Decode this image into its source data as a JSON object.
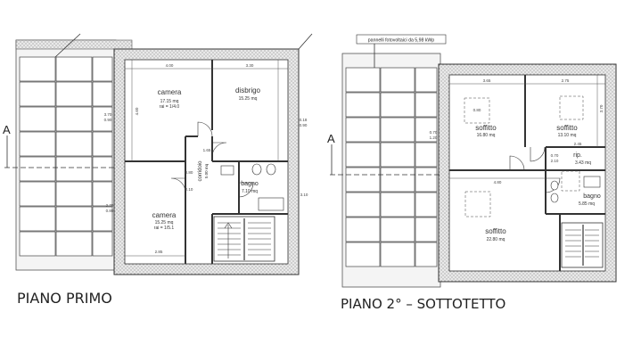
{
  "plans": {
    "first": {
      "title": "PIANO  PRIMO",
      "section_marker": "A",
      "rooms": {
        "camera1": {
          "name": "camera",
          "area": "17.15 mq",
          "ratio": "rai = 1/4.0"
        },
        "disbrigo": {
          "name": "disbrigo",
          "area": "15.25 mq"
        },
        "corridoio": {
          "name": "corridoio",
          "area": "5.00 mq"
        },
        "bagno": {
          "name": "bagno",
          "area": "7.10 mq"
        },
        "camera2": {
          "name": "camera",
          "area": "15.25 mq",
          "ratio": "rai = 1/5.1"
        }
      },
      "dims": {
        "top_a": "4.00",
        "top_b": "3.30",
        "side_a": "4.60",
        "side_b": "3.70",
        "win_h": "0.90",
        "door_small": "0.80",
        "door_h": "2.10",
        "bottom": "2.85",
        "mid": "1.65",
        "right_a": "0.18",
        "right_b": "0.90",
        "right_c": "3.10",
        "left_lower": "2.70",
        "left_mid": "0.80"
      }
    },
    "second": {
      "title": "PIANO  2°  –  SOTTOTETTO",
      "section_marker": "A",
      "solar_note": "pannelli fotovoltaici da 5,98 kWp",
      "rooms": {
        "soffitto1": {
          "name": "soffitto",
          "area": "16.80 mq"
        },
        "soffitto2": {
          "name": "soffitto",
          "area": "13.10 mq"
        },
        "rip": {
          "name": "rip.",
          "area": "3.43 mq"
        },
        "bagno": {
          "name": "bagno",
          "area": "5.85 mq"
        },
        "soffitto3": {
          "name": "soffitto",
          "area": "22.80 mq"
        }
      },
      "dims": {
        "top_a": "3.65",
        "top_b": "2.75",
        "side": "3.70",
        "mid": "4.80",
        "small_a": "0.80",
        "small_b": "2.10",
        "small_c": "0.70",
        "right": "2.45",
        "left_a": "0.70",
        "left_b": "1.20"
      }
    }
  }
}
